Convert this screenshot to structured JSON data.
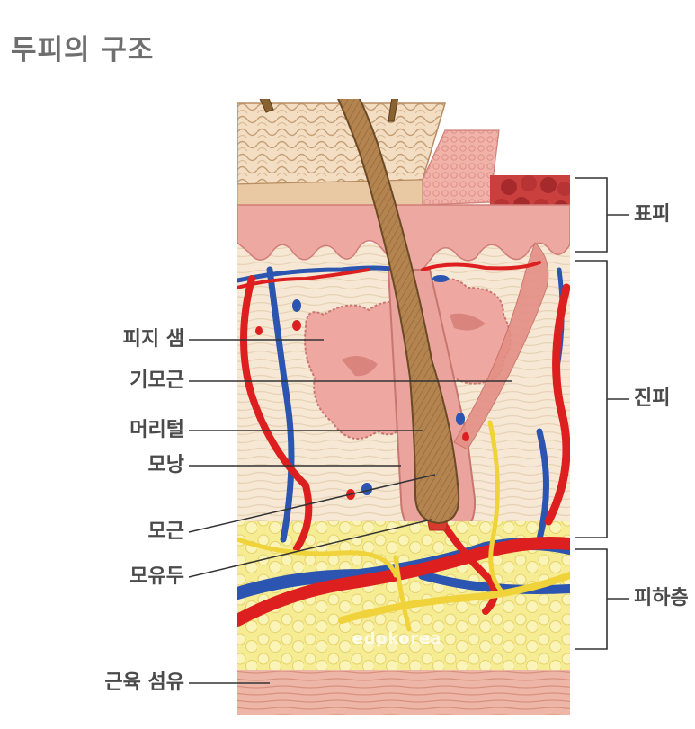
{
  "title": "두피의 구조",
  "left_labels": {
    "sebaceous_gland": "피지 샘",
    "arrector_pili": "기모근",
    "hair_shaft": "머리털",
    "follicle": "모낭",
    "hair_root": "모근",
    "hair_papilla": "모유두",
    "muscle_fiber": "근육 섬유"
  },
  "layer_labels": {
    "epidermis": "표피",
    "dermis": "진피",
    "subcutaneous": "피하층"
  },
  "watermark": "edpkorea",
  "colors": {
    "epidermis_top": "#f3dcc0",
    "epidermis_pink": "#efa9a3",
    "dermis": "#f6e7d2",
    "artery": "#e02020",
    "vein": "#2b55b0",
    "nerve": "#f0d43a",
    "fat": "#f7ef9a",
    "muscle": "#eeb4a5",
    "hair": "#a87a48",
    "bracket": "#333333"
  }
}
